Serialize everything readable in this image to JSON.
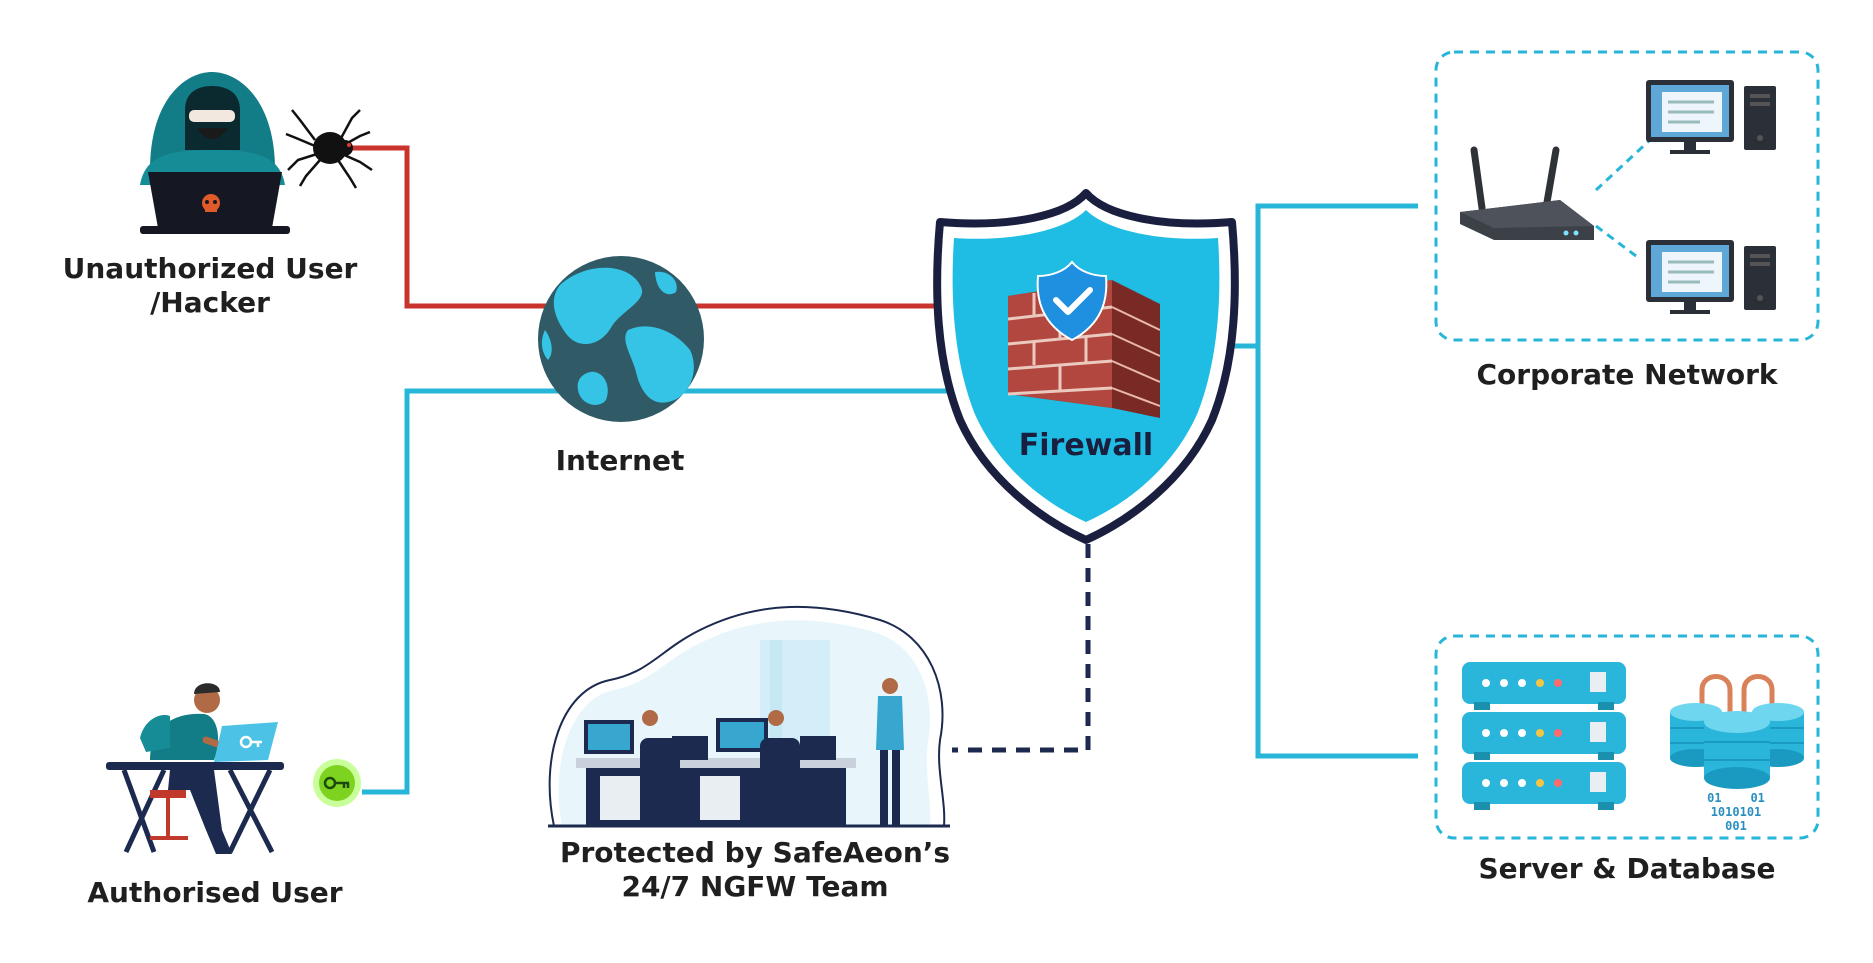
{
  "labels": {
    "hacker_line1": "Unauthorized User",
    "hacker_line2": "/Hacker",
    "internet": "Internet",
    "firewall": "Firewall",
    "corporate_network": "Corporate Network",
    "authorised_user": "Authorised User",
    "team_line1": "Protected by SafeAeon’s",
    "team_line2": "24/7 NGFW Team",
    "server_database": "Server & Database"
  },
  "binary_text": {
    "row1": "01    01",
    "row2": "1010101",
    "row3": "001"
  },
  "colors": {
    "threat_line": "#c8332c",
    "safe_line": "#27b6d8",
    "monitor_line": "#1b2a4e",
    "shield": "#1fbde3",
    "shield_border": "#1b1f3f",
    "globe_ocean": "#2f5a66",
    "globe_land": "#35c3e6",
    "brick": "#a8403a",
    "server": "#2ab6da",
    "teal": "#127c87",
    "key_green": "#7ed321"
  },
  "icons": {
    "hacker": "hacker-icon",
    "spider": "spider-bug-icon",
    "globe": "globe-icon",
    "shield": "shield-icon",
    "firewall": "brick-wall-icon",
    "router": "router-icon",
    "computer": "desktop-computer-icon",
    "user": "user-at-laptop-icon",
    "key": "key-icon",
    "soc": "security-operations-team-icon",
    "server": "server-rack-icon",
    "database": "database-icon"
  }
}
